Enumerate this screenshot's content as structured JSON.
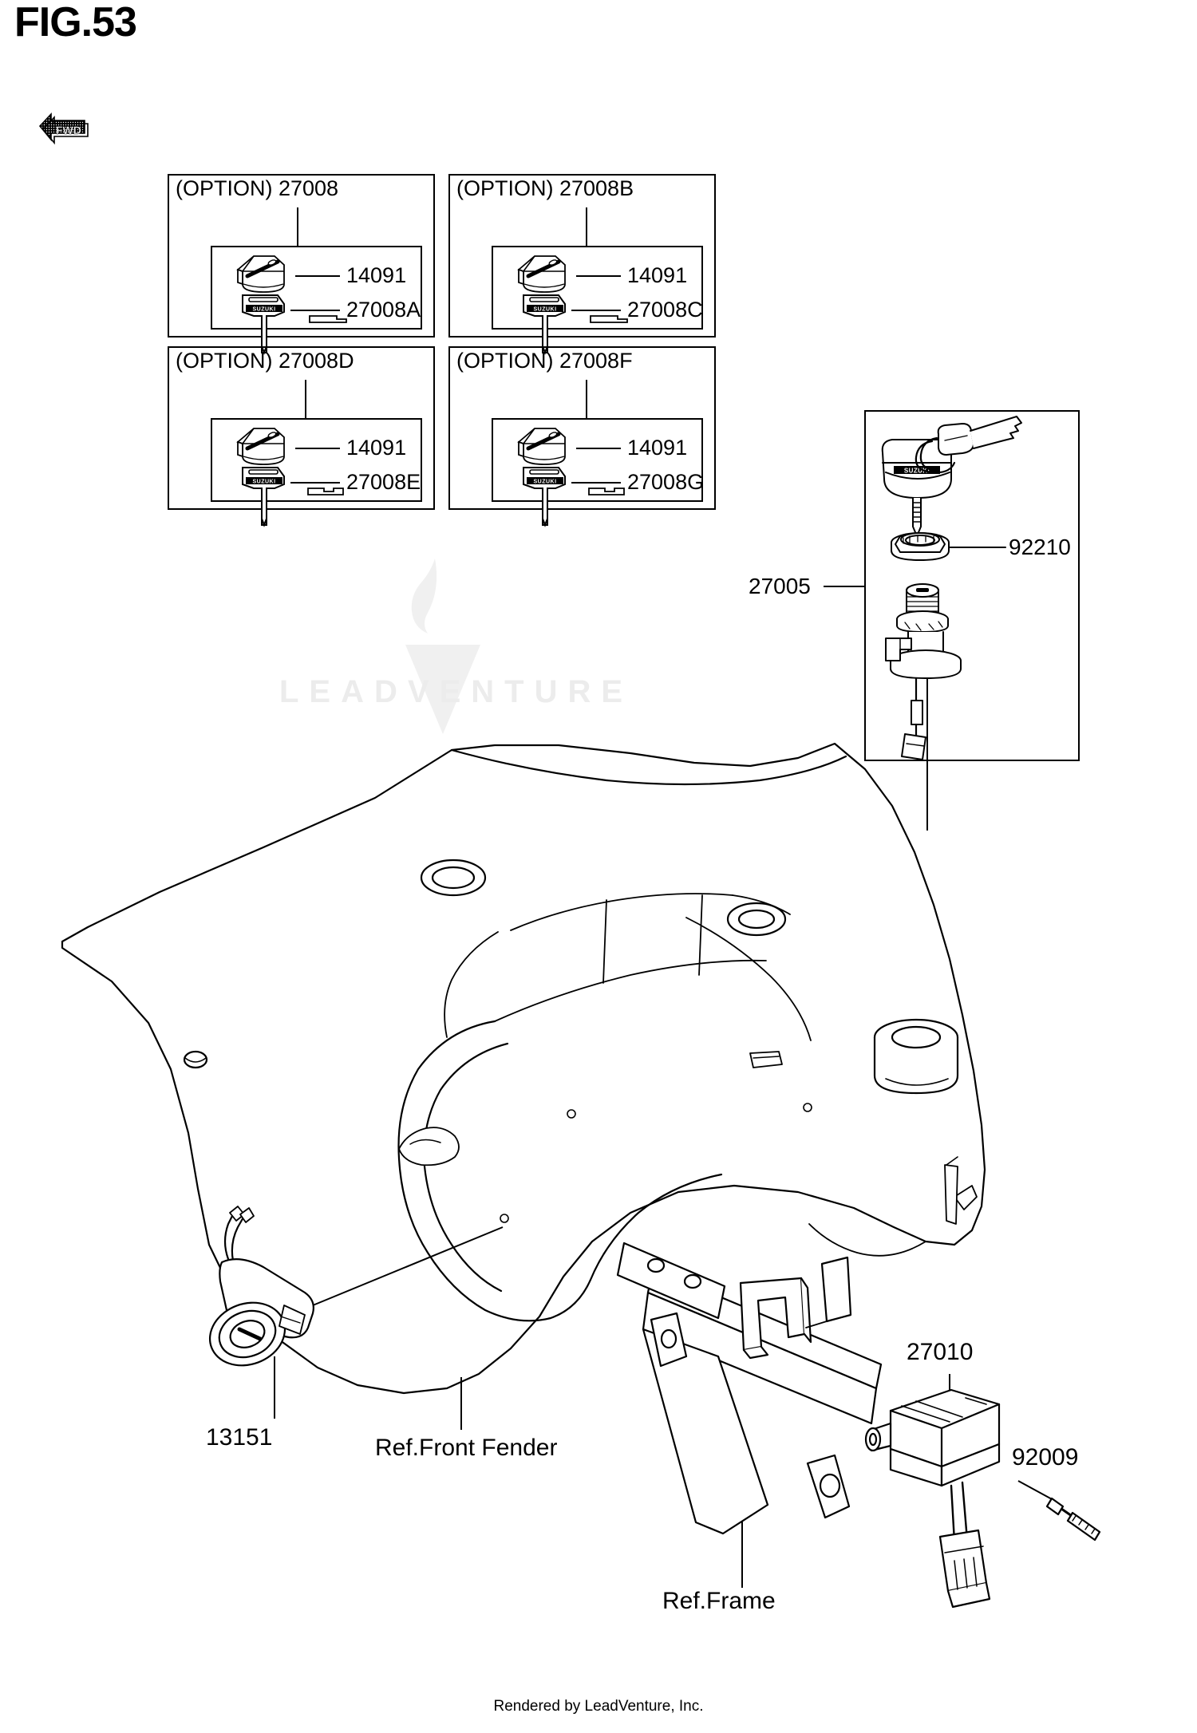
{
  "figure": {
    "title": "FIG.53",
    "orientation_marker": "FWD"
  },
  "option_boxes": [
    {
      "id": "opt-27008",
      "title": "(OPTION) 27008",
      "parts": [
        {
          "ref": "14091",
          "name": "key-cap"
        },
        {
          "ref": "27008A",
          "name": "key-blank"
        }
      ]
    },
    {
      "id": "opt-27008B",
      "title": "(OPTION) 27008B",
      "parts": [
        {
          "ref": "14091",
          "name": "key-cap"
        },
        {
          "ref": "27008C",
          "name": "key-blank"
        }
      ]
    },
    {
      "id": "opt-27008D",
      "title": "(OPTION) 27008D",
      "parts": [
        {
          "ref": "14091",
          "name": "key-cap"
        },
        {
          "ref": "27008E",
          "name": "key-blank"
        }
      ]
    },
    {
      "id": "opt-27008F",
      "title": "(OPTION) 27008F",
      "parts": [
        {
          "ref": "14091",
          "name": "key-cap"
        },
        {
          "ref": "27008G",
          "name": "key-blank"
        }
      ]
    }
  ],
  "assembly": {
    "ref": "27005",
    "parts": [
      {
        "ref": "92210",
        "name": "flange-nut"
      }
    ]
  },
  "callouts": [
    {
      "ref": "13151",
      "name": "fuel-tank-cap-lock"
    },
    {
      "ref": "27010",
      "name": "switch-assembly"
    },
    {
      "ref": "92009",
      "name": "screw"
    }
  ],
  "references": [
    {
      "label": "Ref.Front Fender",
      "name": "front-fender"
    },
    {
      "label": "Ref.Frame",
      "name": "frame"
    }
  ],
  "watermark": {
    "text": "LEADVENTURE"
  },
  "footer": {
    "text": "Rendered by LeadVenture, Inc."
  }
}
